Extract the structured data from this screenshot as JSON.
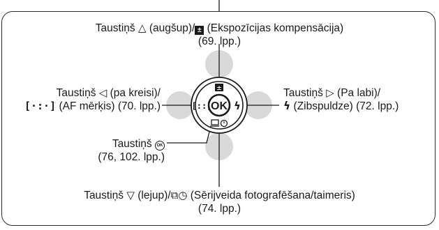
{
  "labels": {
    "up": {
      "line1_a": "Taustiņš",
      "line1_b": "(augšup)/",
      "line1_c": "(Ekspozīcijas kompensācija)",
      "line2": "(69. lpp.)"
    },
    "left": {
      "line1_a": "Taustiņš",
      "line1_b": "(pa kreisi)/",
      "line2_b": "(AF mērķis) (70. lpp.)"
    },
    "right": {
      "line1_a": "Taustiņš",
      "line1_b": "(Pa labi)/",
      "line2_b": "(Zibspuldze) (72. lpp.)"
    },
    "ok": {
      "line1_a": "Taustiņš",
      "line2": "(76, 102. lpp.)"
    },
    "down": {
      "line1_a": "Taustiņš",
      "line1_b": "(lejup)/",
      "line1_c": "(Sērijveida fotografēšana/taimeris)",
      "line2": "(74. lpp.)"
    }
  },
  "dial": {
    "center_label": "OK"
  },
  "icons": [
    "triangle-up-icon",
    "exposure-compensation-icon",
    "triangle-left-icon",
    "af-target-icon",
    "triangle-right-icon",
    "flash-icon",
    "ok-button-icon",
    "triangle-down-icon",
    "sequential-self-timer-icon"
  ]
}
